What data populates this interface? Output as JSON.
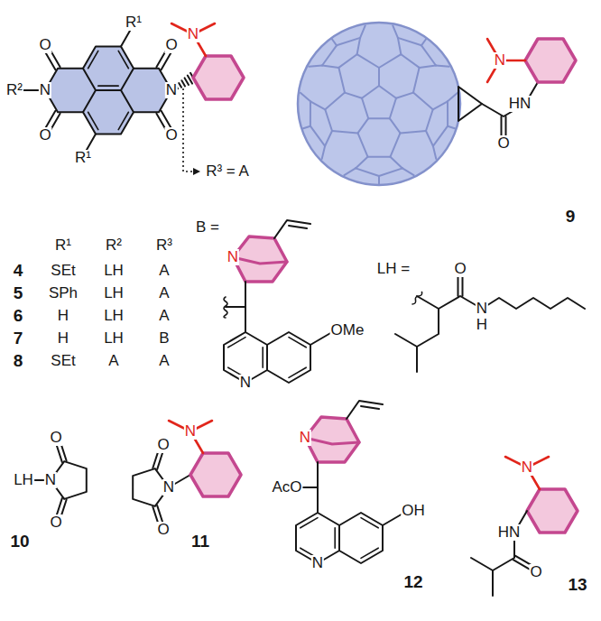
{
  "diagram": {
    "labels": [
      "R¹",
      "R²",
      "N",
      "O",
      "O",
      "O",
      "N",
      "O",
      "R¹",
      "N",
      "R³ = A",
      "N",
      "HN",
      "O",
      "9",
      "R¹",
      "R²",
      "R³",
      "4",
      "SEt",
      "LH",
      "A",
      "5",
      "SPh",
      "LH",
      "A",
      "6",
      "H",
      "LH",
      "A",
      "7",
      "H",
      "LH",
      "B",
      "8",
      "SEt",
      "A",
      "A",
      "B =",
      "N",
      "OMe",
      "N",
      "LH =",
      "O",
      "N",
      "H",
      "LH",
      "N",
      "O",
      "O",
      "10",
      "N",
      "N",
      "O",
      "O",
      "11",
      "N",
      "AcO",
      "OH",
      "N",
      "12",
      "N",
      "HN",
      "O",
      "13"
    ]
  }
}
